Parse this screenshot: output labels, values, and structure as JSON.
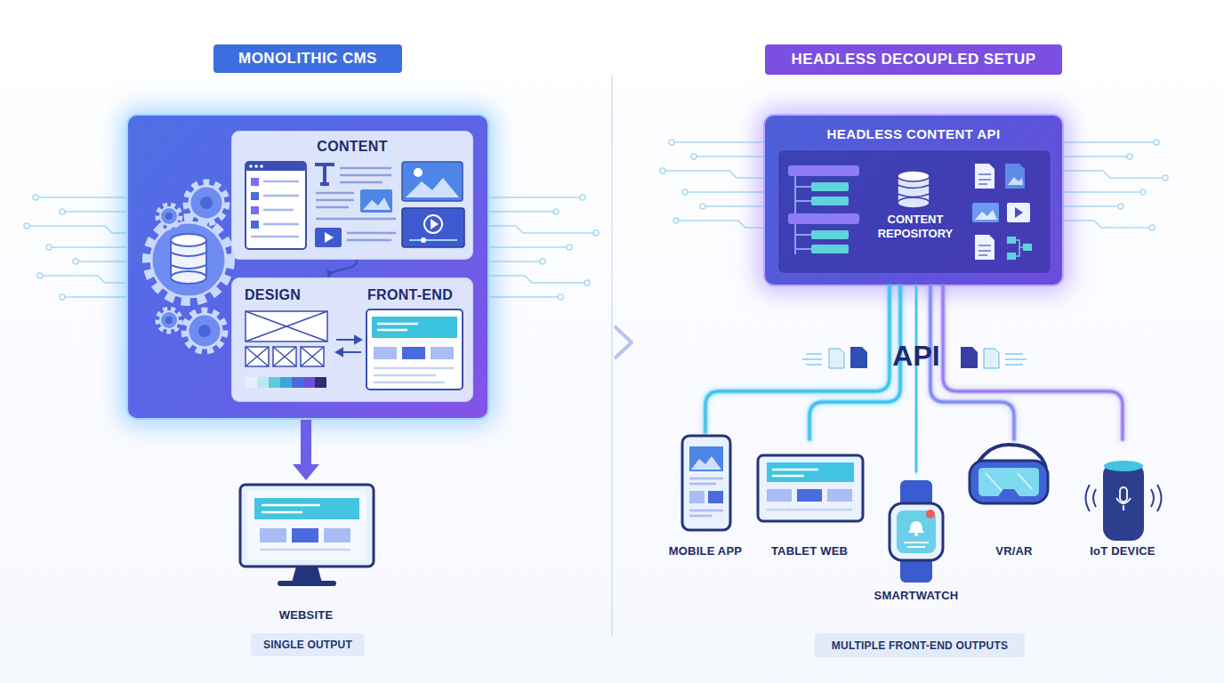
{
  "diagram": {
    "nodes": [
      {
        "text": [
          "MONOLITHIC CMS"
        ]
      },
      {
        "text": [
          "CONTENT"
        ],
        "in": 0
      },
      {
        "text": [
          "DESIGN",
          "FRONT-END"
        ],
        "in": 0
      },
      {
        "text": [
          "WEBSITE"
        ]
      },
      {
        "text": [
          "SINGLE OUTPUT"
        ]
      },
      {
        "text": [
          "HEADLESS DECOUPLED SETUP",
          "HEADLESS CONTENT API"
        ]
      },
      {
        "text": [
          "CONTENT REPOSITORY"
        ],
        "in": 5
      },
      {
        "text": [
          "MOBILE APP"
        ]
      },
      {
        "text": [
          "TABLET WEB"
        ]
      },
      {
        "text": [
          "SMARTWATCH"
        ]
      },
      {
        "text": [
          "VR/AR"
        ]
      },
      {
        "text": [
          "IoT DEVICE"
        ]
      },
      {
        "text": [
          "MULTIPLE FRONT-END OUTPUTS"
        ]
      }
    ],
    "edges": [
      {
        "from": 0,
        "to": 3,
        "arrow": "to"
      },
      {
        "from": 1,
        "to": 2,
        "arrow": "to"
      },
      {
        "from": 5,
        "to": 7,
        "arrow": "none"
      },
      {
        "from": 5,
        "to": 8,
        "arrow": "none"
      },
      {
        "from": 5,
        "to": 9,
        "arrow": "none"
      },
      {
        "from": 5,
        "to": 10,
        "arrow": "none"
      },
      {
        "from": 5,
        "to": 11,
        "arrow": "none"
      }
    ],
    "labels": [
      "API"
    ]
  }
}
